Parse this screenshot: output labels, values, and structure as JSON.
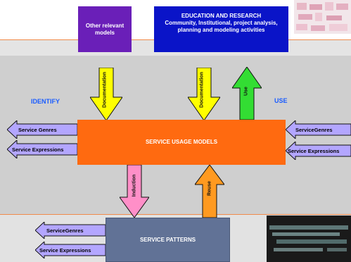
{
  "boxes": {
    "other_models": "Other relevant models",
    "education_title": "EDUCATION AND RESEARCH",
    "education_body": "Community, Institutional, project analysis, planning and modeling activities",
    "usage_models": "SERVICE USAGE MODELS",
    "service_patterns": "SERVICE PATTERNS"
  },
  "labels": {
    "identify": "IDENTIFY",
    "use": "USE"
  },
  "arrows": {
    "documentation_left": "Documentation",
    "documentation_right": "Documentation",
    "use_up": "Use",
    "induction": "Induction",
    "reuse": "Reuse",
    "left_genres": "Service Genres",
    "left_expressions": "Service Expressions",
    "right_genres": "ServiceGenres",
    "right_expressions": "Service Expressions",
    "bottom_genres": "ServiceGenres",
    "bottom_expressions": "Service Expressions"
  },
  "colors": {
    "purple_box": "#6a1fb8",
    "blue_box": "#0a14c8",
    "orange_box": "#ff6a10",
    "slate_box": "#617296",
    "yellow_arrow": "#ffff00",
    "green_arrow": "#33dd33",
    "pink_arrow": "#ff8fc8",
    "orange_arrow": "#ff9a20",
    "lavender_arrow": "#b3a6ff",
    "label_blue": "#1a5cff"
  }
}
